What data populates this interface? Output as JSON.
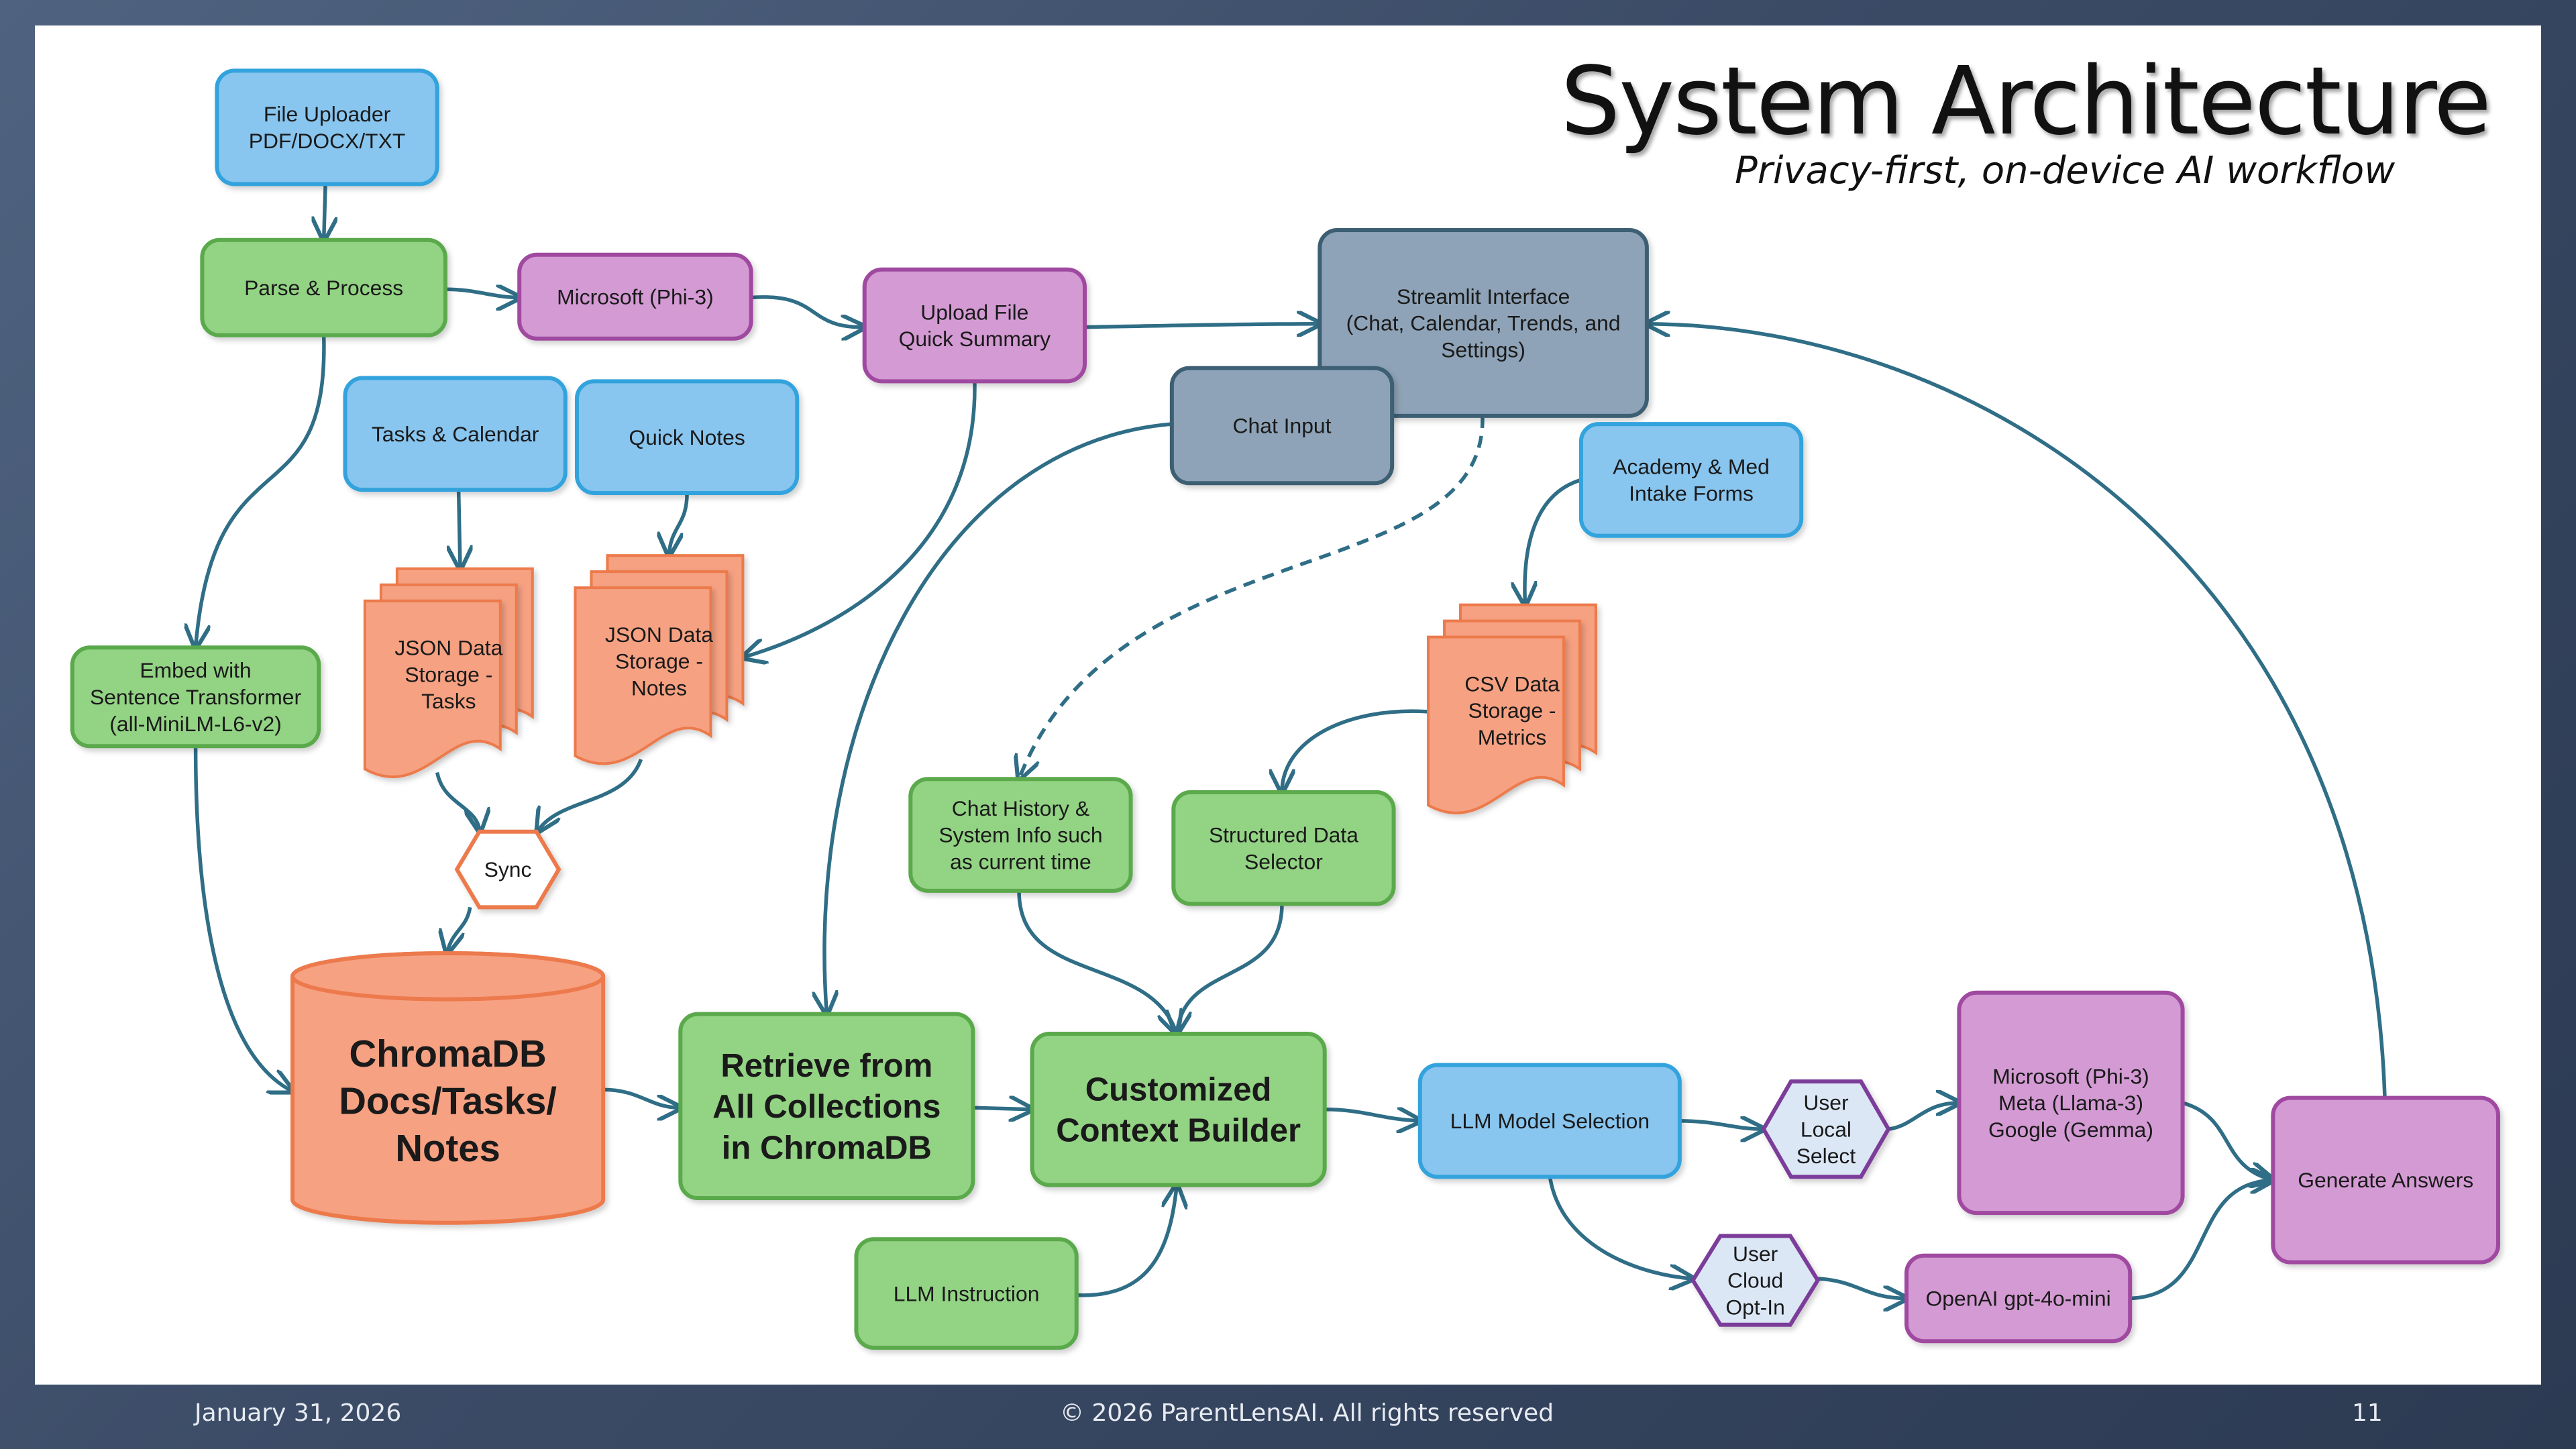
{
  "slide": {
    "title": "System Architecture",
    "subtitle": "Privacy-first, on-device AI workflow",
    "footer_date": "January 31, 2026",
    "footer_copyright": "© 2026 ParentLensAI. All rights reserved",
    "page_number": "11"
  },
  "colors": {
    "blue_fill": "#88c5ef",
    "blue_stroke": "#33a3dc",
    "green_fill": "#93d384",
    "green_stroke": "#5aa94b",
    "purple_fill": "#d39ad3",
    "purple_stroke": "#a048a0",
    "slate_fill": "#8ea3b7",
    "slate_stroke": "#3d5e73",
    "orange_fill": "#f6a182",
    "orange_stroke": "#ec7a4c",
    "hex_fill": "#ffffff",
    "hex_stroke": "#ec7a4c",
    "hex2_fill": "#dbe7f5",
    "hex2_stroke": "#7b3e9a",
    "edge": "#2f6e86"
  },
  "nodes": {
    "file_uploader": [
      "File Uploader",
      "PDF/DOCX/TXT"
    ],
    "parse_process": [
      "Parse & Process"
    ],
    "phi3_summary_model": [
      "Microsoft (Phi-3)"
    ],
    "upload_summary": [
      "Upload File",
      "Quick Summary"
    ],
    "streamlit": [
      "Streamlit Interface",
      "(Chat, Calendar, Trends, and",
      "Settings)"
    ],
    "chat_input": [
      "Chat Input"
    ],
    "tasks_calendar": [
      "Tasks & Calendar"
    ],
    "quick_notes": [
      "Quick Notes"
    ],
    "academy_forms": [
      "Academy & Med",
      "Intake Forms"
    ],
    "embed": [
      "Embed with",
      "Sentence Transformer",
      "(all-MiniLM-L6-v2)"
    ],
    "json_tasks": [
      "JSON Data",
      "Storage -",
      "Tasks"
    ],
    "json_notes": [
      "JSON Data",
      "Storage -",
      "Notes"
    ],
    "csv_metrics": [
      "CSV Data",
      "Storage -",
      "Metrics"
    ],
    "sync": [
      "Sync"
    ],
    "chat_history": [
      "Chat History &",
      "System Info such",
      "as current time"
    ],
    "structured_selector": [
      "Structured Data",
      "Selector"
    ],
    "chromadb": [
      "ChromaDB",
      "Docs/Tasks/",
      "Notes"
    ],
    "retrieve": [
      "Retrieve from",
      "All Collections",
      "in ChromaDB"
    ],
    "context_builder": [
      "Customized",
      "Context Builder"
    ],
    "llm_instruction": [
      "LLM Instruction"
    ],
    "llm_selection": [
      "LLM Model Selection"
    ],
    "user_local": [
      "User",
      "Local",
      "Select"
    ],
    "local_models": [
      "Microsoft (Phi-3)",
      "Meta (Llama-3)",
      "Google (Gemma)"
    ],
    "user_cloud": [
      "User",
      "Cloud",
      "Opt-In"
    ],
    "openai": [
      "OpenAI gpt-4o-mini"
    ],
    "generate": [
      "Generate Answers"
    ]
  }
}
